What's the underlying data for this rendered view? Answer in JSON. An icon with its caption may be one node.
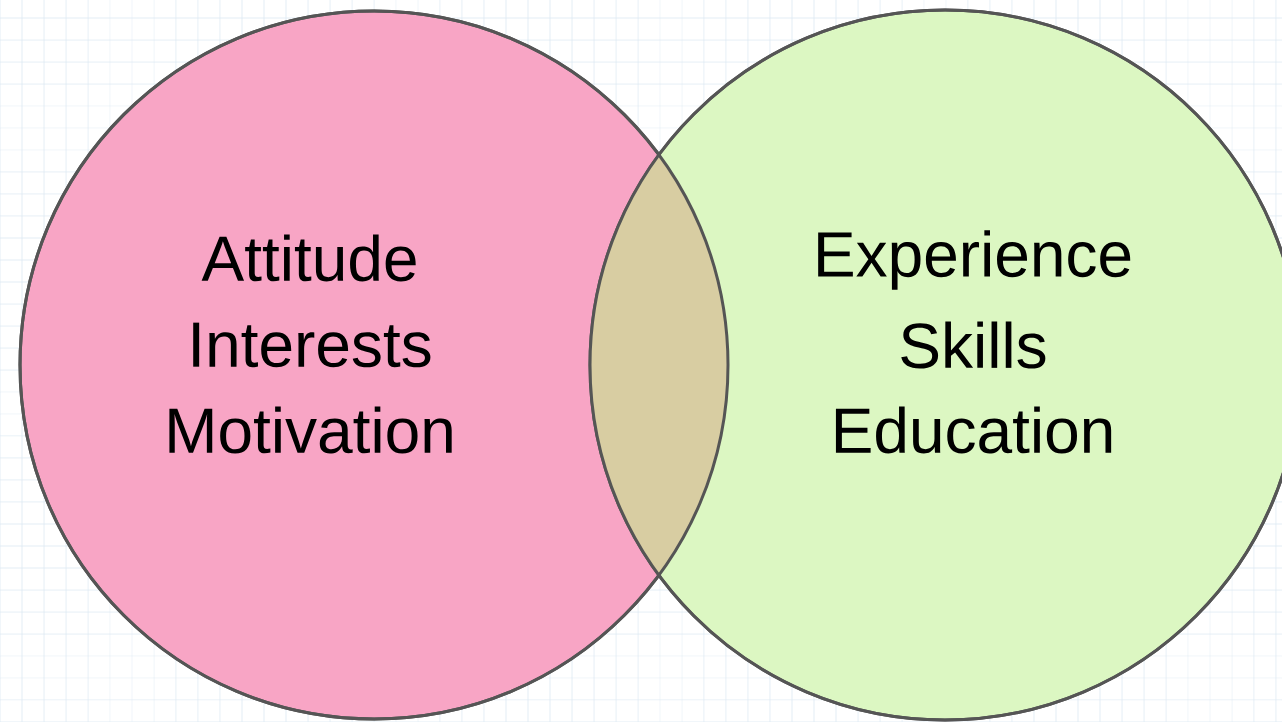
{
  "diagram": {
    "nodes": [
      {
        "text": [
          "Attitude",
          "Interests",
          "Motivation"
        ]
      },
      {
        "text": [
          "Experience",
          "Skills",
          "Education"
        ]
      }
    ]
  }
}
